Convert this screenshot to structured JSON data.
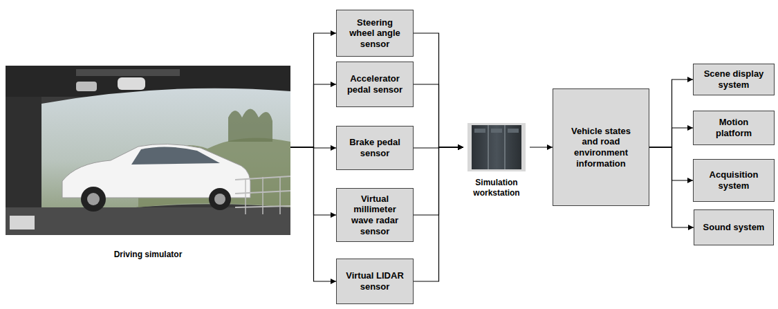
{
  "diagram": {
    "nodes": [
      {
        "text": [
          "Driving simulator"
        ]
      },
      {
        "text": [
          "Steering wheel angle sensor"
        ]
      },
      {
        "text": [
          "Accelerator pedal sensor"
        ]
      },
      {
        "text": [
          "Brake pedal sensor"
        ]
      },
      {
        "text": [
          "Virtual millimeter wave radar sensor"
        ]
      },
      {
        "text": [
          "Virtual LIDAR sensor"
        ]
      },
      {
        "text": [
          "Simulation workstation"
        ]
      },
      {
        "text": [
          "Vehicle states and road environment information"
        ]
      },
      {
        "text": [
          "Scene display system"
        ]
      },
      {
        "text": [
          "Motion platform"
        ]
      },
      {
        "text": [
          "Acquisition system"
        ]
      },
      {
        "text": [
          "Sound system"
        ]
      }
    ],
    "edges": [
      {
        "from": 0,
        "to": 1,
        "arrow": "to"
      },
      {
        "from": 0,
        "to": 2,
        "arrow": "to"
      },
      {
        "from": 0,
        "to": 3,
        "arrow": "to"
      },
      {
        "from": 0,
        "to": 4,
        "arrow": "to"
      },
      {
        "from": 0,
        "to": 5,
        "arrow": "to"
      },
      {
        "from": 1,
        "to": 6,
        "arrow": "to"
      },
      {
        "from": 2,
        "to": 6,
        "arrow": "to"
      },
      {
        "from": 3,
        "to": 6,
        "arrow": "to"
      },
      {
        "from": 4,
        "to": 6,
        "arrow": "to"
      },
      {
        "from": 5,
        "to": 6,
        "arrow": "to"
      },
      {
        "from": 6,
        "to": 7,
        "arrow": "to"
      },
      {
        "from": 7,
        "to": 8,
        "arrow": "to"
      },
      {
        "from": 7,
        "to": 9,
        "arrow": "to"
      },
      {
        "from": 7,
        "to": 10,
        "arrow": "to"
      },
      {
        "from": 7,
        "to": 11,
        "arrow": "to"
      }
    ]
  }
}
